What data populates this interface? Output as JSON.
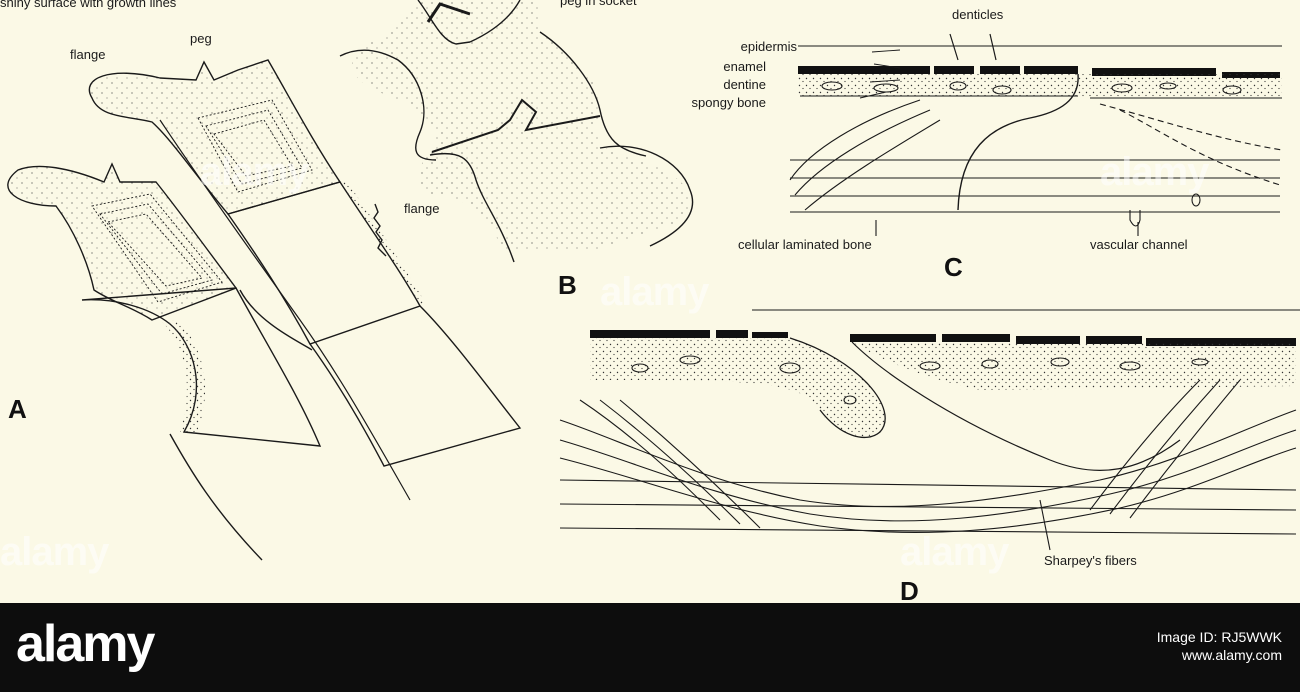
{
  "labels": {
    "shiny_surface": "shiny surface with growth lines",
    "peg": "peg",
    "flange_a": "flange",
    "peg_in_socket": "peg in socket",
    "flange_b": "flange",
    "denticles": "denticles",
    "epidermis": "epidermis",
    "enamel": "enamel",
    "dentine": "dentine",
    "spongy_bone": "spongy bone",
    "cellular_laminated_bone": "cellular laminated bone",
    "vascular_channel": "vascular channel",
    "sharpeys_fibers": "Sharpey's fibers"
  },
  "panels": {
    "a": "A",
    "b": "B",
    "c": "C",
    "d": "D"
  },
  "watermark": "alamy",
  "footer": {
    "logo": "alamy",
    "image_id": "Image ID: RJ5WWK",
    "site": "www.alamy.com"
  },
  "colors": {
    "paper": "#fbf9e6",
    "ink": "#1a1a1a",
    "footer_bg": "#0d0d0d",
    "footer_text": "#ffffff"
  }
}
